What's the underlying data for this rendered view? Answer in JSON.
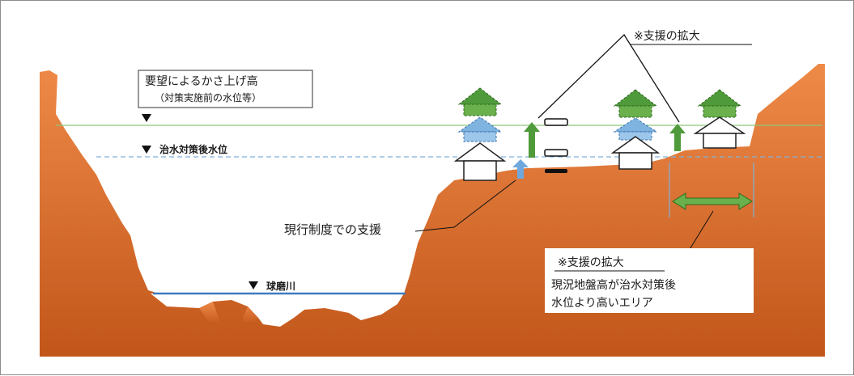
{
  "labels": {
    "request_line1": "要望によるかさ上げ高",
    "request_line2": "（対策実施前の水位等）",
    "post_flood_level": "治水対策後水位",
    "river_name": "球磨川",
    "current_support": "現行制度での支援",
    "expansion_top": "※支援の拡大",
    "expansion_bottom": "※支援の拡大",
    "area_note_line1": "現況地盤高が治水対策後",
    "area_note_line2": "水位より高いエリア"
  },
  "colors": {
    "terrain_top": "#e27a3c",
    "terrain_bottom": "#c45a1c",
    "request_line": "#7cbf6a",
    "post_level_line": "#6fa8d6",
    "river_line": "#4a86c4",
    "green_arrow": "#4f8f2f",
    "blue_arrow": "#6fa8dc"
  }
}
